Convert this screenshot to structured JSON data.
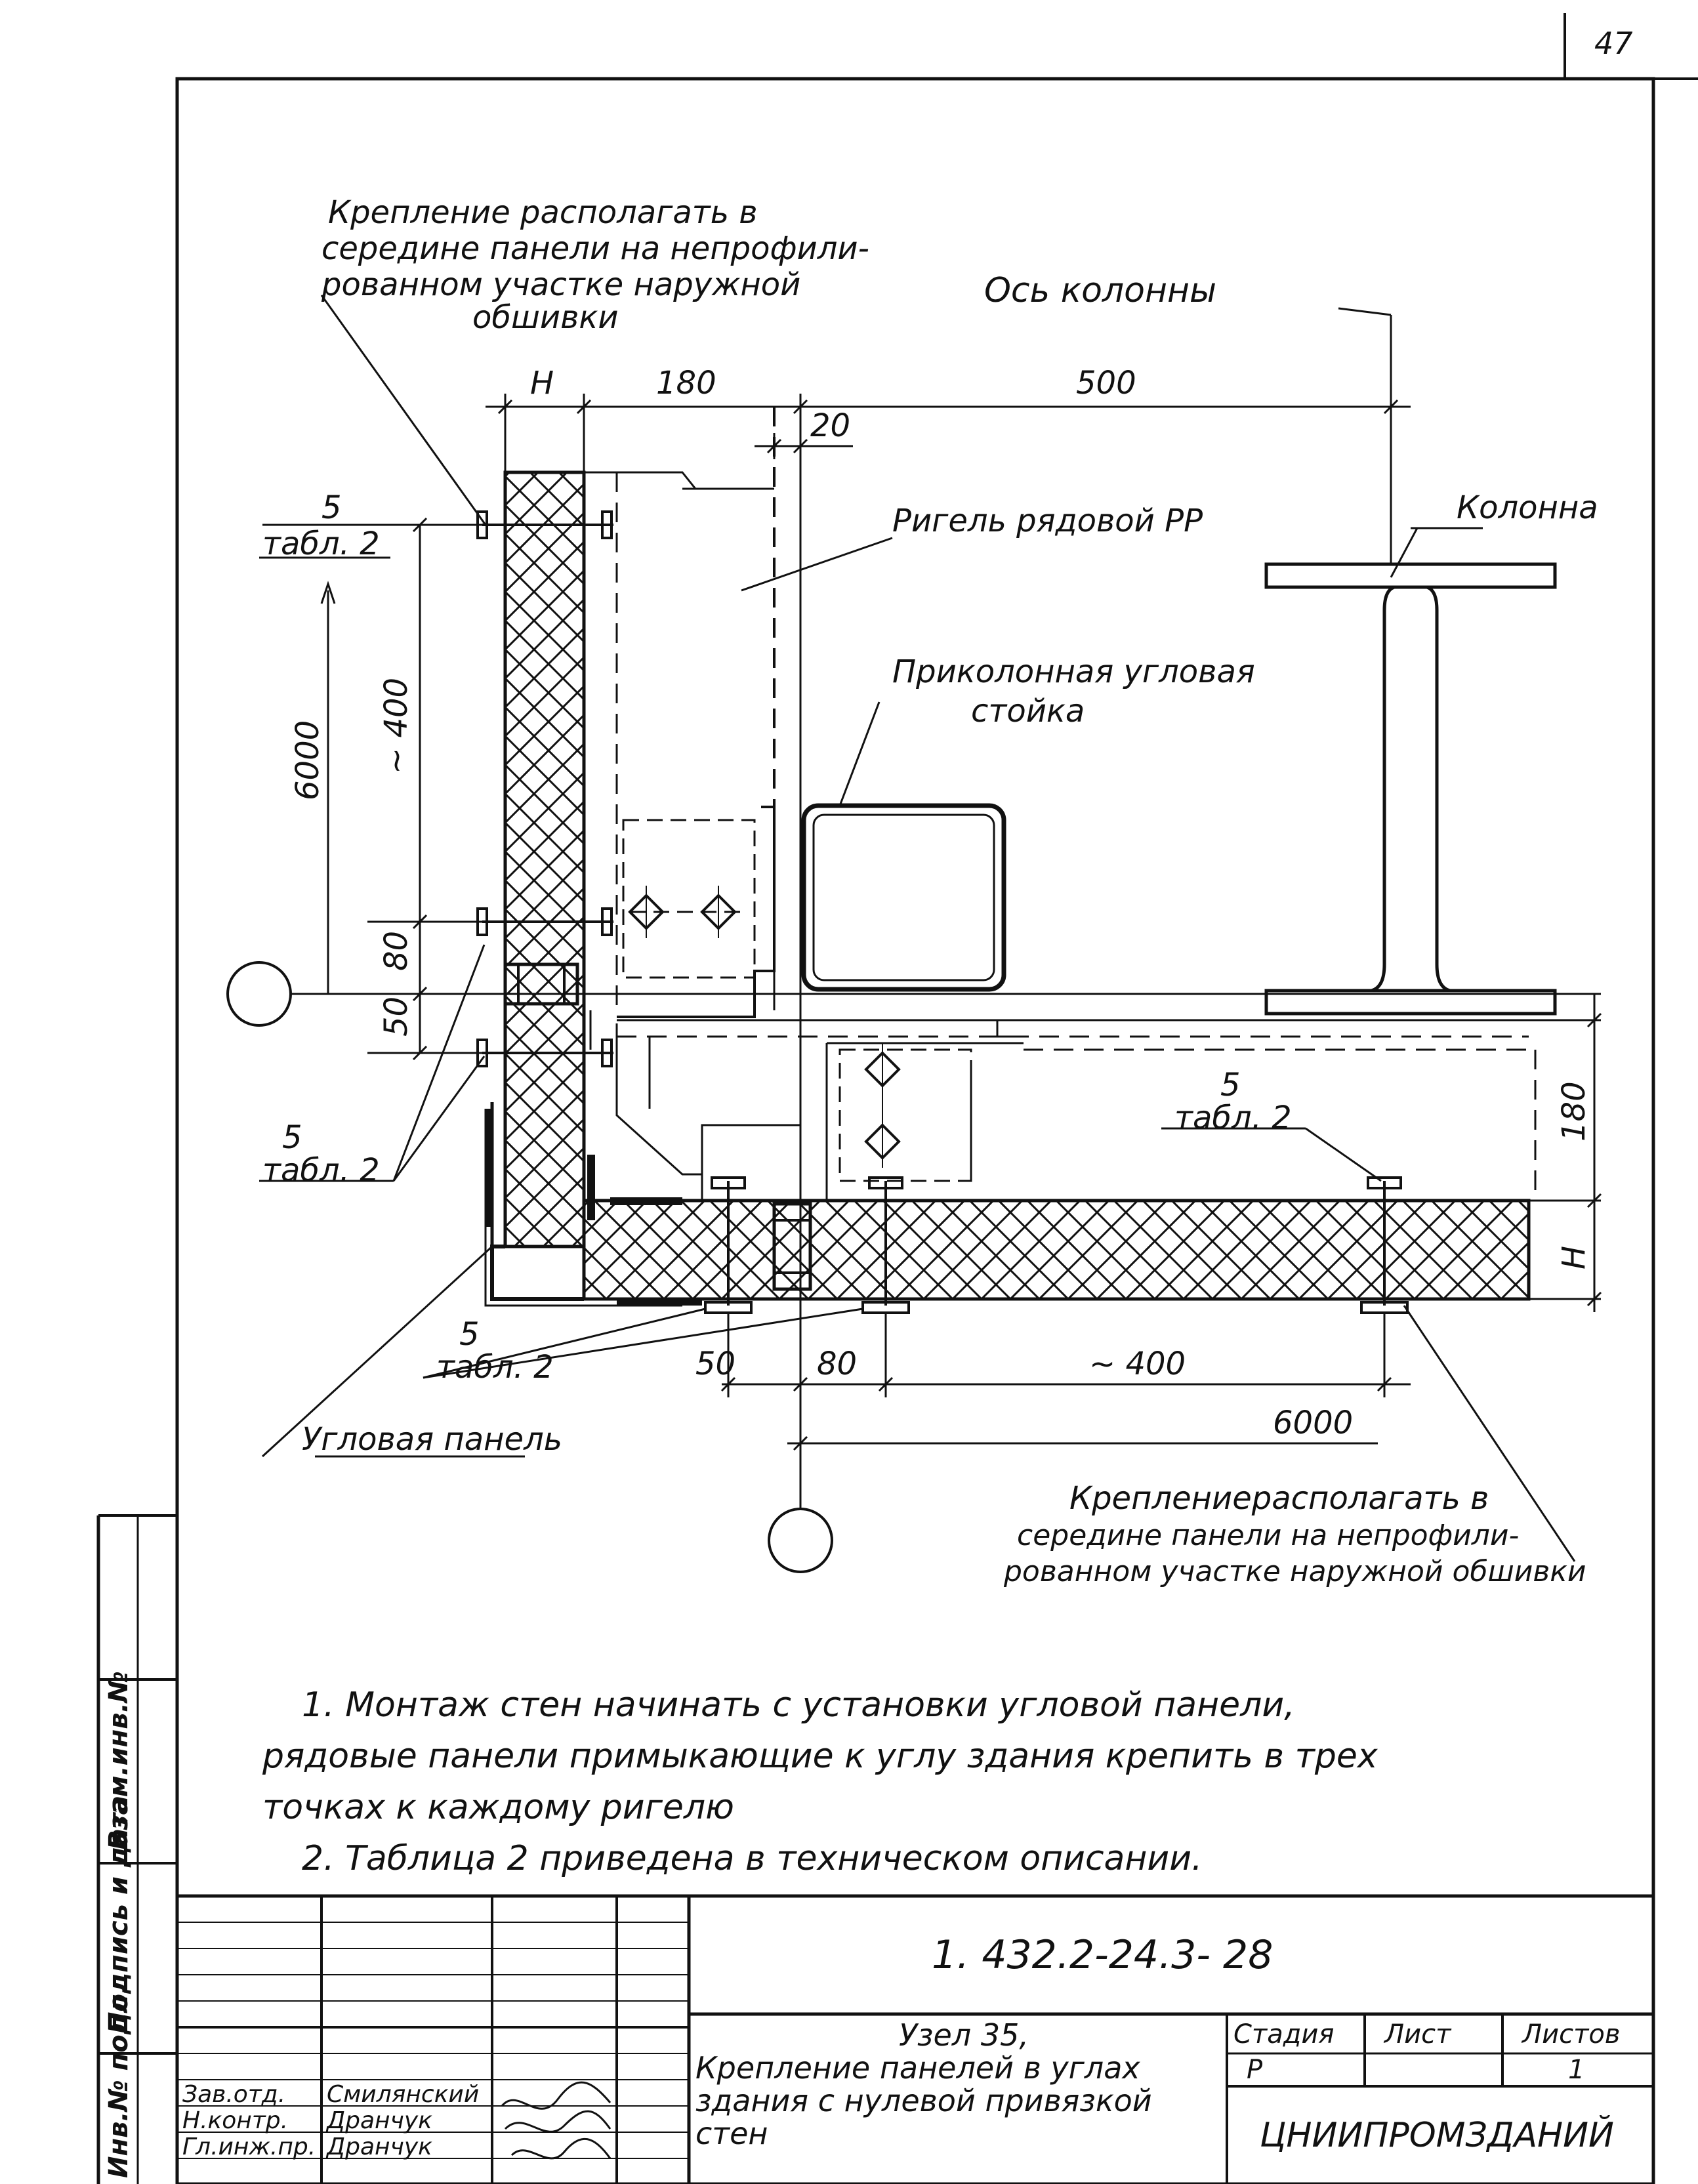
{
  "page_number": "47",
  "annotations": {
    "top_left_note": [
      "Крепление располагать в",
      "середине панели на непрофили-",
      "рованном участке наружной",
      "обшивки"
    ],
    "column_axis": "Ось колонны",
    "column": "Колонна",
    "girder": "Ригель рядовой РР",
    "corner_post": [
      "Приколонная угловая",
      "стойка"
    ],
    "corner_panel": "Угловая панель",
    "bottom_right_note": [
      "Креплениерасполагать в",
      "середине панели на непрофили-",
      "рованном участке наружной обшивки"
    ],
    "ref_5": "5",
    "ref_table": "табл. 2"
  },
  "dimensions": {
    "H_top": "Н",
    "d180_top": "180",
    "d500": "500",
    "d20": "20",
    "d6000_left": "6000",
    "d400_left": "~ 400",
    "d80_left": "80",
    "d50_left": "50",
    "d180_right": "180",
    "H_right": "Н",
    "d50_bottom": "50",
    "d80_bottom": "80",
    "d400_bottom": "~ 400",
    "d6000_bottom": "6000"
  },
  "notes": [
    "1. Монтаж стен начинать с установки угловой панели,",
    "рядовые панели примыкающие к углу здания крепить в трех",
    "точках к каждому ригелю",
    "2. Таблица 2 приведена в техническом описании."
  ],
  "title_block": {
    "designation": "1. 432.2-24.3- 28",
    "title_lines": [
      "Узел 35,",
      "Крепление панелей в углах",
      "здания с нулевой привязкой",
      "стен"
    ],
    "stage_header": "Стадия",
    "sheet_header": "Лист",
    "sheets_header": "Листов",
    "stage": "Р",
    "sheet": "",
    "sheets": "1",
    "organization": "ЦНИИПРОМЗДАНИЙ",
    "rows": [
      {
        "role": "Зав.отд.",
        "name": "Смилянский"
      },
      {
        "role": "Н.контр.",
        "name": "Дранчук"
      },
      {
        "role": "Гл.инж.пр.",
        "name": "Дранчук"
      }
    ]
  },
  "side_stamp": [
    "Инв.№ подл.",
    "Подпись и дата",
    "Взам.инв.№"
  ]
}
